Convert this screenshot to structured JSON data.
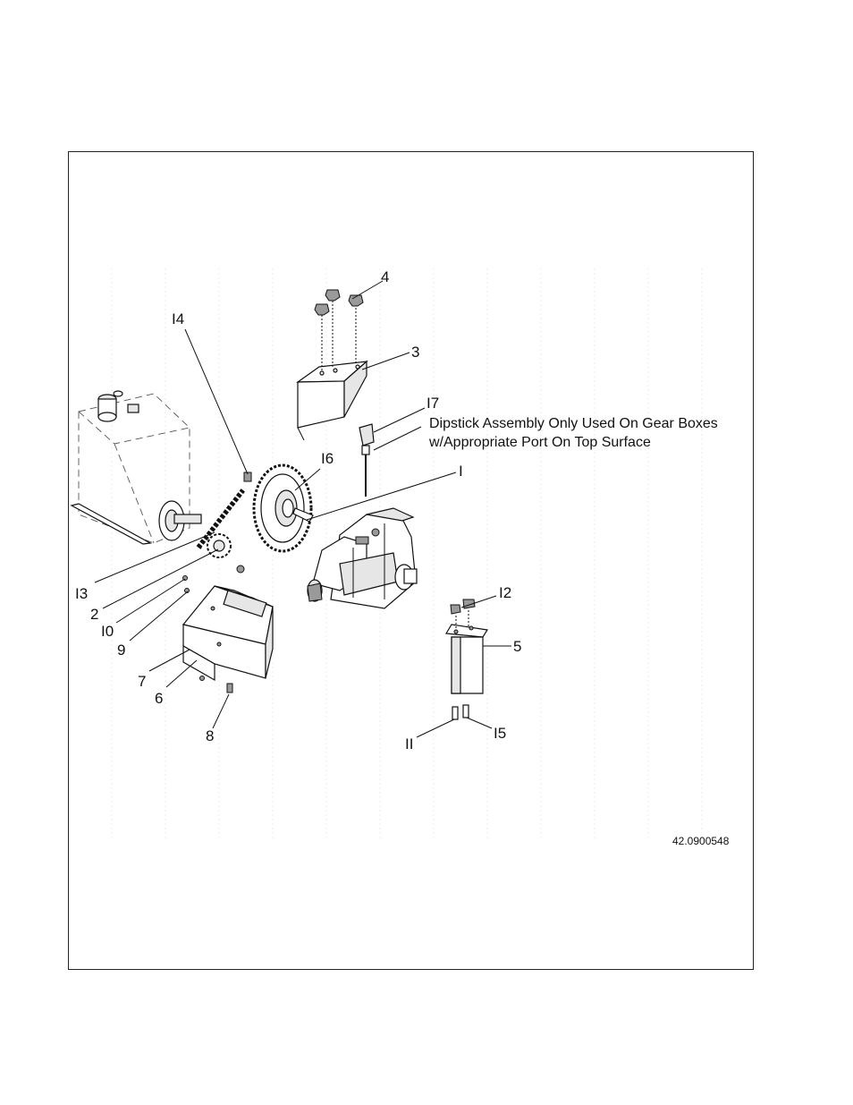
{
  "callouts": {
    "c1": "I",
    "c2": "2",
    "c3": "3",
    "c4": "4",
    "c5": "5",
    "c6": "6",
    "c7": "7",
    "c8": "8",
    "c9": "9",
    "c10": "I0",
    "c11": "II",
    "c12": "I2",
    "c13": "I3",
    "c14": "I4",
    "c15": "I5",
    "c16": "I6",
    "c17": "I7"
  },
  "note": {
    "line1": "Dipstick Assembly Only Used On Gear Boxes",
    "line2": "w/Appropriate Port On Top Surface"
  },
  "reference_number": "42.0900548"
}
